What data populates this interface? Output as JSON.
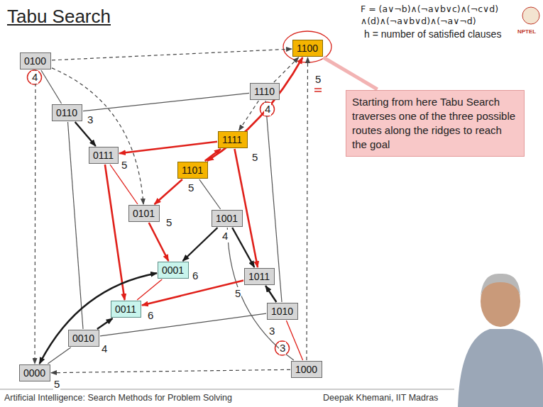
{
  "diagram": {
    "title": "Tabu Search",
    "nodes": [
      {
        "text": [
          "0100"
        ]
      },
      {
        "text": [
          "1100"
        ]
      },
      {
        "text": [
          "Starting from here Tabu Search traverses one of the three possible routes along the ridges to reach the goal"
        ]
      },
      {
        "text": [
          "1110"
        ]
      },
      {
        "text": [
          "0110"
        ]
      },
      {
        "text": [
          "1111"
        ]
      },
      {
        "text": [
          "0111"
        ]
      },
      {
        "text": [
          "1101"
        ]
      },
      {
        "text": [
          "0101"
        ]
      },
      {
        "text": [
          "1001"
        ]
      },
      {
        "text": [
          "0001"
        ]
      },
      {
        "text": [
          "1011"
        ]
      },
      {
        "text": [
          "0011"
        ]
      },
      {
        "text": [
          "1010"
        ]
      },
      {
        "text": [
          "0010"
        ]
      },
      {
        "text": [
          "0000"
        ]
      },
      {
        "text": [
          "1000"
        ]
      }
    ],
    "edges": [
      {
        "from": 0,
        "to": 4,
        "arrow": "none"
      },
      {
        "from": 0,
        "to": 1,
        "arrow": "to"
      },
      {
        "from": 0,
        "to": 8,
        "arrow": "to"
      },
      {
        "from": 0,
        "to": 15,
        "arrow": "to"
      },
      {
        "from": 3,
        "to": 1,
        "arrow": "to"
      },
      {
        "from": 16,
        "to": 1,
        "arrow": "to"
      },
      {
        "from": 1,
        "to": 7,
        "arrow": "both"
      },
      {
        "from": 4,
        "to": 3,
        "arrow": "none"
      },
      {
        "from": 4,
        "to": 6,
        "arrow": "to"
      },
      {
        "from": 4,
        "to": 14,
        "arrow": "none"
      },
      {
        "from": 3,
        "to": 5,
        "arrow": "to"
      },
      {
        "from": 3,
        "to": 13,
        "arrow": "none"
      },
      {
        "from": 5,
        "to": 6,
        "arrow": "to"
      },
      {
        "from": 7,
        "to": 5,
        "arrow": "to"
      },
      {
        "from": 5,
        "to": 11,
        "arrow": "to"
      },
      {
        "from": 6,
        "to": 8,
        "arrow": "none"
      },
      {
        "from": 6,
        "to": 12,
        "arrow": "to"
      },
      {
        "from": 7,
        "to": 8,
        "arrow": "to"
      },
      {
        "from": 7,
        "to": 9,
        "arrow": "none"
      },
      {
        "from": 8,
        "to": 10,
        "arrow": "to"
      },
      {
        "from": 9,
        "to": 10,
        "arrow": "to"
      },
      {
        "from": 9,
        "to": 11,
        "arrow": "to"
      },
      {
        "from": 9,
        "to": 16,
        "arrow": "none"
      },
      {
        "from": 10,
        "to": 12,
        "arrow": "none"
      },
      {
        "from": 10,
        "to": 15,
        "arrow": "both"
      },
      {
        "from": 11,
        "to": 12,
        "arrow": "to"
      },
      {
        "from": 13,
        "to": 11,
        "arrow": "to"
      },
      {
        "from": 13,
        "to": 14,
        "arrow": "none"
      },
      {
        "from": 13,
        "to": 16,
        "arrow": "none"
      },
      {
        "from": 14,
        "to": 12,
        "arrow": "to"
      },
      {
        "from": 14,
        "to": 15,
        "arrow": "none"
      },
      {
        "from": 16,
        "to": 15,
        "arrow": "to"
      },
      {
        "from": 2,
        "to": 1,
        "arrow": "none"
      }
    ],
    "labels": [
      "F = (a∨¬b)∧(¬a∨b∨c)∧(¬c∨d) ∧(d)∧(¬a∨b∨d)∧(¬a∨¬d)",
      "h = number of satisfied clauses",
      "NPTEL",
      "4",
      "5",
      "4",
      "3",
      "5",
      "5",
      "5",
      "5",
      "4",
      "6",
      "5",
      "6",
      "3",
      "4",
      "5",
      "3",
      "Artificial Intelligence: Search Methods for Problem Solving",
      "Deepak Khemani, IIT Madras"
    ]
  }
}
